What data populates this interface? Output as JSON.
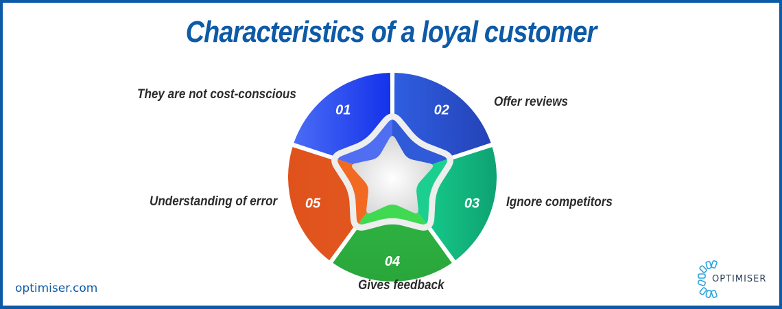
{
  "title": "Characteristics of a loyal customer",
  "colors": {
    "brand": "#0d5aa7",
    "segment_01": "#2f55f0",
    "segment_02": "#2a4fd0",
    "segment_03": "#13b583",
    "segment_04": "#2faf3e",
    "segment_05": "#e0521c"
  },
  "segments": [
    {
      "number": "01",
      "label": "They are not cost-conscious"
    },
    {
      "number": "02",
      "label": "Offer reviews"
    },
    {
      "number": "03",
      "label": "Ignore competitors"
    },
    {
      "number": "04",
      "label": "Gives feedback"
    },
    {
      "number": "05",
      "label": "Understanding of error"
    }
  ],
  "footer": {
    "website": "optimiser.com",
    "logo_text": "OPTIMISER"
  },
  "icons": {
    "center": "star-icon",
    "logo": "optimiser-logo-icon"
  }
}
